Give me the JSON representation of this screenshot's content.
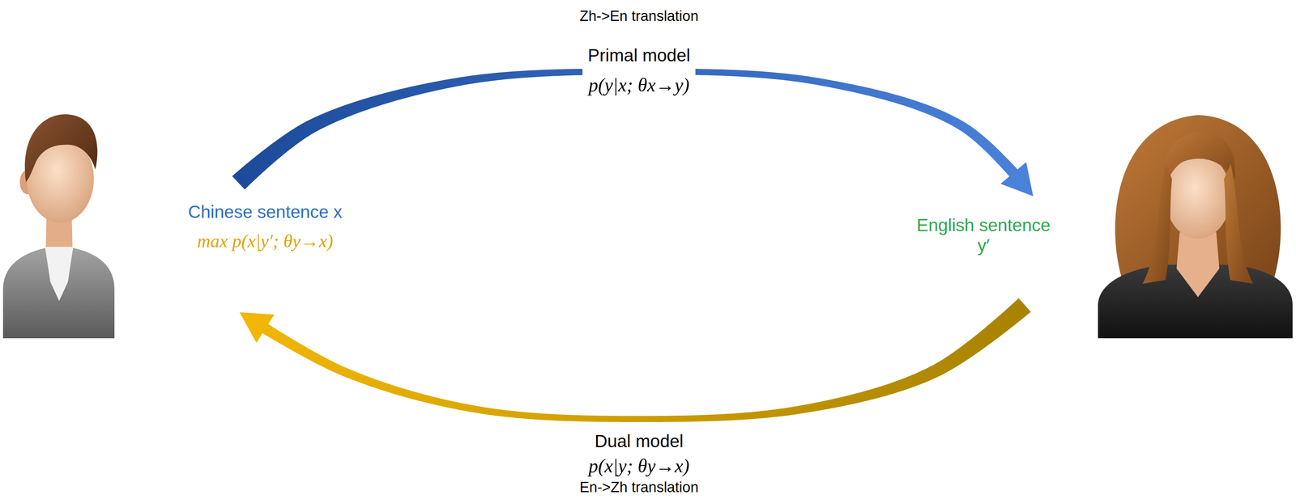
{
  "diagram": {
    "nodes": [
      {
        "text": [
          "Chinese sentence x",
          "max p(x|y′; θy→x)"
        ]
      },
      {
        "text": [
          "English sentence y′"
        ]
      }
    ],
    "edges": [
      {
        "from": 0,
        "to": 1,
        "arrow": "to"
      },
      {
        "from": 1,
        "to": 0,
        "arrow": "to"
      }
    ],
    "labels": [
      "Zh->En translation",
      "Primal model",
      "p(y|x; θx→y)",
      "Dual model",
      "p(x|y; θy→x)",
      "En->Zh translation"
    ]
  }
}
